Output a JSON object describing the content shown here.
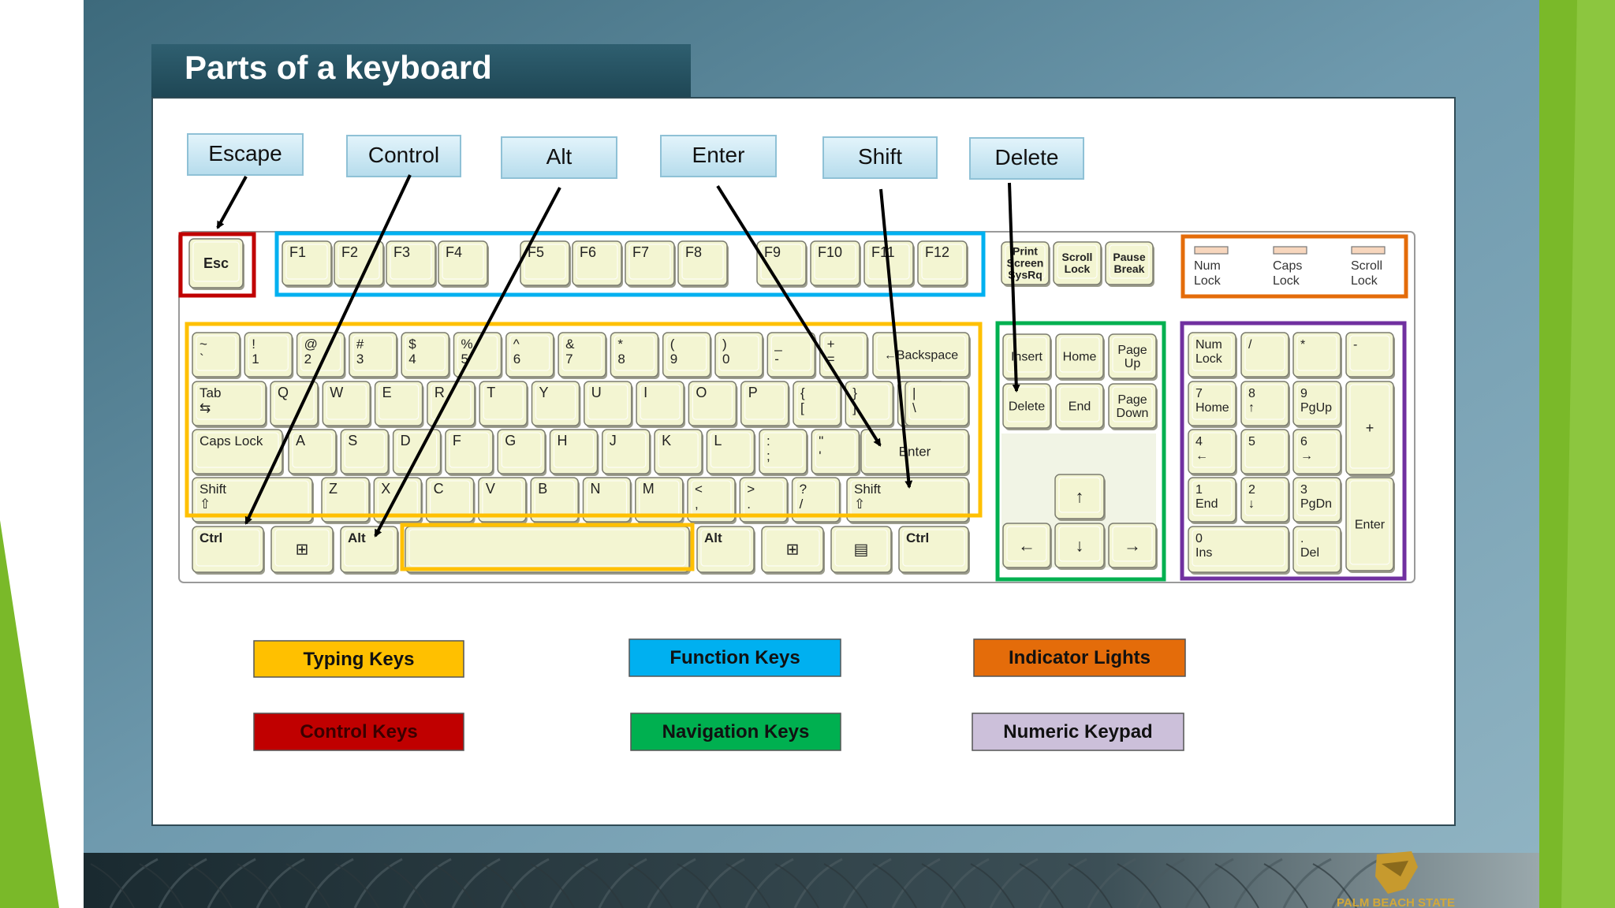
{
  "slide": {
    "title": "Parts of a keyboard",
    "footer_logo_text": "PALM BEACH STATE"
  },
  "callouts": {
    "escape": "Escape",
    "control": "Control",
    "alt": "Alt",
    "enter": "Enter",
    "shift": "Shift",
    "delete": "Delete"
  },
  "legend": {
    "typing": "Typing Keys",
    "function": "Function Keys",
    "indicator": "Indicator Lights",
    "control": "Control Keys",
    "navigation": "Navigation Keys",
    "numeric": "Numeric Keypad"
  },
  "colors": {
    "typing": "#ffc000",
    "function": "#00b0f0",
    "indicator": "#e46c0a",
    "control": "#c00000",
    "navigation": "#00b050",
    "numeric": "#7030a0",
    "numeric_legend_fill": "#ccc0da",
    "key_fill": "#f3f5d2",
    "green_accent": "#7ab929",
    "slide_bg": "#7aa0b2"
  },
  "keyboard": {
    "esc": "Esc",
    "fkeys": [
      "F1",
      "F2",
      "F3",
      "F4",
      "F5",
      "F6",
      "F7",
      "F8",
      "F9",
      "F10",
      "F11",
      "F12"
    ],
    "sys": [
      [
        "Print",
        "Screen",
        "SysRq"
      ],
      [
        "Scroll",
        "Lock"
      ],
      [
        "Pause",
        "Break"
      ]
    ],
    "lights": [
      [
        "Num",
        "Lock"
      ],
      [
        "Caps",
        "Lock"
      ],
      [
        "Scroll",
        "Lock"
      ]
    ],
    "row_num": [
      [
        "~",
        "`"
      ],
      [
        "!",
        "1"
      ],
      [
        "@",
        "2"
      ],
      [
        "#",
        "3"
      ],
      [
        "$",
        "4"
      ],
      [
        "%",
        "5"
      ],
      [
        "^",
        "6"
      ],
      [
        "&",
        "7"
      ],
      [
        "*",
        "8"
      ],
      [
        "(",
        "9"
      ],
      [
        ")",
        "0"
      ],
      [
        "_",
        "-"
      ],
      [
        "+",
        "="
      ]
    ],
    "backspace": "Backspace",
    "tab": "Tab",
    "row_q": [
      "Q",
      "W",
      "E",
      "R",
      "T",
      "Y",
      "U",
      "I",
      "O",
      "P"
    ],
    "row_q_tail": [
      [
        "{",
        "["
      ],
      [
        "}",
        "]"
      ],
      [
        "|",
        "\\"
      ]
    ],
    "caps": "Caps Lock",
    "row_a": [
      "A",
      "S",
      "D",
      "F",
      "G",
      "H",
      "J",
      "K",
      "L"
    ],
    "row_a_tail": [
      [
        ":",
        ";"
      ],
      [
        "\"",
        "'"
      ]
    ],
    "enter": "Enter",
    "shift": "Shift",
    "row_z": [
      "Z",
      "X",
      "C",
      "V",
      "B",
      "N",
      "M"
    ],
    "row_z_tail": [
      [
        "<",
        ","
      ],
      [
        ">",
        "."
      ],
      [
        "?",
        "/"
      ]
    ],
    "ctrl": "Ctrl",
    "alt": "Alt",
    "nav": [
      [
        "Insert"
      ],
      [
        "Home"
      ],
      [
        "Page",
        "Up"
      ],
      [
        "Delete"
      ],
      [
        "End"
      ],
      [
        "Page",
        "Down"
      ]
    ],
    "arrows": [
      "↑",
      "←",
      "↓",
      "→"
    ],
    "numpad": [
      [
        "Num",
        "Lock"
      ],
      [
        "/"
      ],
      [
        "*"
      ],
      [
        "-"
      ],
      [
        "7",
        "Home"
      ],
      [
        "8",
        "↑"
      ],
      [
        "9",
        "PgUp"
      ],
      [
        "+"
      ],
      [
        "4",
        "←"
      ],
      [
        "5"
      ],
      [
        "6",
        "→"
      ],
      [
        "1",
        "End"
      ],
      [
        "2",
        "↓"
      ],
      [
        "3",
        "PgDn"
      ],
      [
        "Enter"
      ],
      [
        "0",
        "Ins"
      ],
      [
        ".",
        "Del"
      ]
    ]
  }
}
